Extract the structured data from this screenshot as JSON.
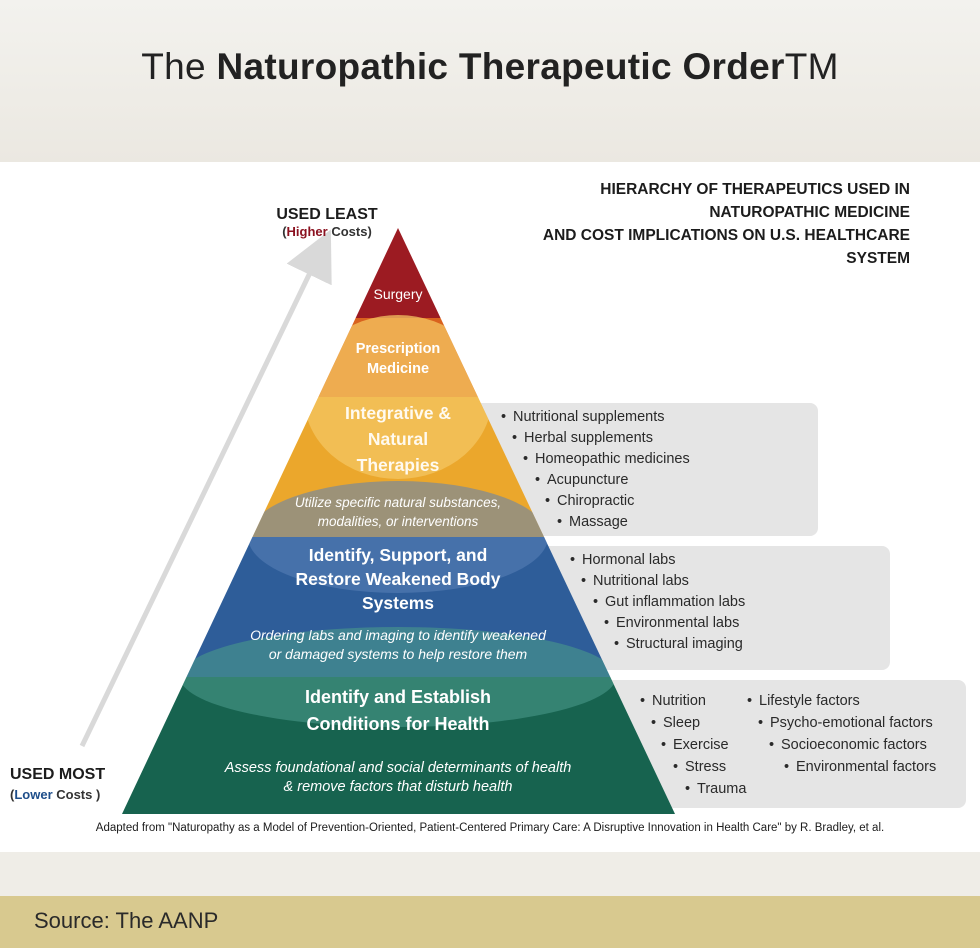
{
  "title": {
    "prefix": "The ",
    "bold": "Naturopathic Therapeutic Order",
    "suffix": "TM"
  },
  "header": {
    "line1": "HIERARCHY OF THERAPEUTICS USED IN",
    "line2": "NATUROPATHIC MEDICINE",
    "line3": "AND COST IMPLICATIONS ON U.S. HEALTHCARE",
    "line4": "SYSTEM"
  },
  "used_least": {
    "label": "USED LEAST",
    "open": "(",
    "cost": "Higher",
    "close": " Costs)"
  },
  "used_most": {
    "label": "USED MOST",
    "open": "(",
    "cost": "Lower",
    "close": " Costs )"
  },
  "tiers": {
    "surgery": {
      "name": "Surgery",
      "color": "#9c1b22"
    },
    "prescription": {
      "name_line1": "Prescription",
      "name_line2": "Medicine",
      "color": "#d9621e"
    },
    "integrative": {
      "name_line1": "Integrative &",
      "name_line2": "Natural",
      "name_line3": "Therapies",
      "desc_line1": "Utilize specific natural substances,",
      "desc_line2": "modalities, or interventions",
      "color": "#eba72c",
      "bullets": [
        "Nutritional supplements",
        "Herbal supplements",
        "Homeopathic medicines",
        "Acupuncture",
        "Chiropractic",
        "Massage"
      ]
    },
    "restore": {
      "name_line1": "Identify, Support, and",
      "name_line2": "Restore Weakened Body",
      "name_line3": "Systems",
      "desc_line1": "Ordering labs and imaging to identify weakened",
      "desc_line2": "or damaged systems to help restore them",
      "color": "#2e5d99",
      "bullets": [
        "Hormonal labs",
        "Nutritional labs",
        "Gut inflammation labs",
        "Environmental labs",
        "Structural imaging"
      ]
    },
    "establish": {
      "name_line1": "Identify and Establish",
      "name_line2": "Conditions for Health",
      "desc_line1": "Assess foundational and social determinants of health",
      "desc_line2": "& remove factors that disturb health",
      "color": "#17634f",
      "bullets_col1": [
        "Nutrition",
        "Sleep",
        "Exercise",
        "Stress",
        "Trauma"
      ],
      "bullets_col2": [
        "Lifestyle factors",
        "Psycho-emotional factors",
        "Socioeconomic factors",
        "Environmental factors"
      ]
    }
  },
  "citation": "Adapted from \"Naturopathy as a Model of Prevention-Oriented, Patient-Centered Primary Care: A Disruptive Innovation in Health Care\" by R. Bradley, et al.",
  "source": "Source: The AANP"
}
